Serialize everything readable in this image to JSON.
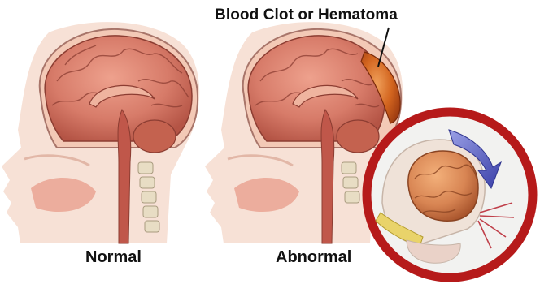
{
  "labels": {
    "hematoma": "Blood Clot or Hematoma",
    "normal": "Normal",
    "abnormal": "Abnormal"
  },
  "colors": {
    "brain": "#c96a5c",
    "brain_highlight": "#e79a85",
    "skin": "#f4d2c3",
    "hematoma": "#c75a1e",
    "circle": "#b61a1a",
    "arrow": "#4a4fb5"
  }
}
